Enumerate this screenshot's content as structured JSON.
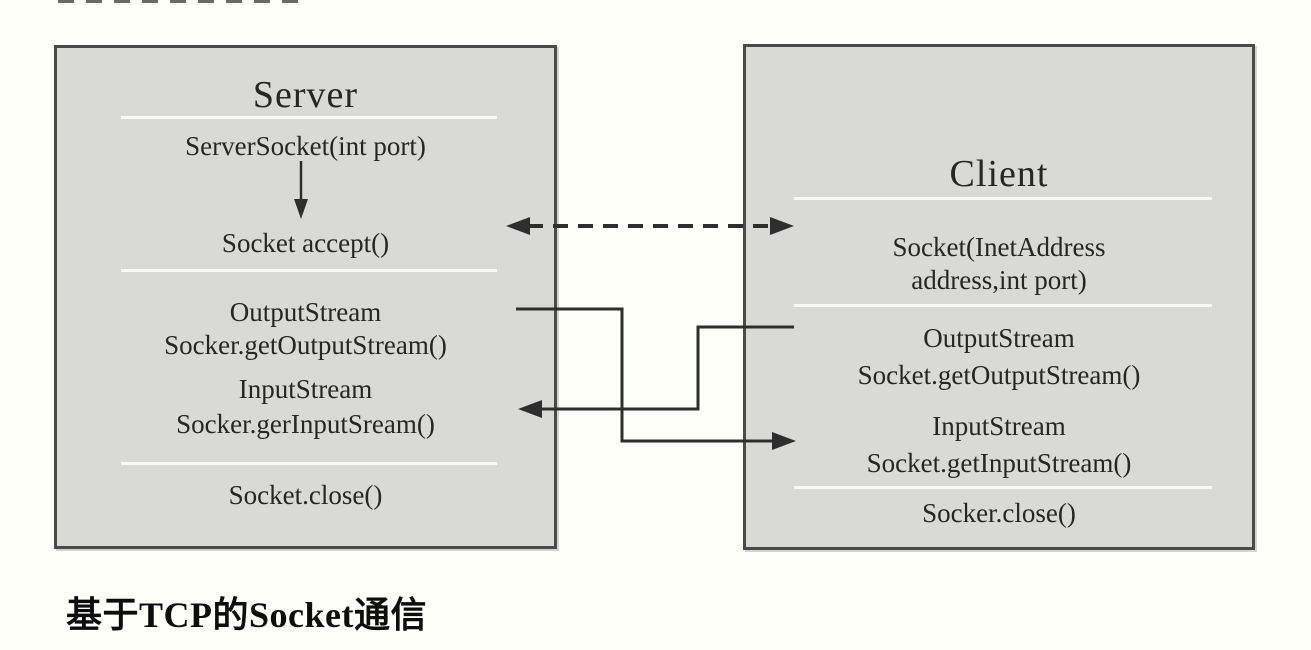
{
  "server": {
    "title": "Server",
    "constructor": "ServerSocket(int port)",
    "accept": "Socket accept()",
    "output_label": "OutputStream",
    "output_method": "Socker.getOutputStream()",
    "input_label": "InputStream",
    "input_method": "Socker.gerInputSream()",
    "close": "Socket.close()"
  },
  "client": {
    "title": "Client",
    "constructor_line1": "Socket(InetAddress",
    "constructor_line2": "address,int port)",
    "output_label": "OutputStream",
    "output_method": "Socket.getOutputStream()",
    "input_label": "InputStream",
    "input_method": "Socket.getInputStream()",
    "close": "Socker.close()"
  },
  "caption": "基于TCP的Socket通信",
  "colors": {
    "background": "#fffffa",
    "box_fill": "#d9d9d6",
    "box_border": "#4a4a4a",
    "separator": "#f8f8f4",
    "text": "#262626",
    "connector": "#2e2e2e",
    "caption_text": "#0d0d0d"
  }
}
